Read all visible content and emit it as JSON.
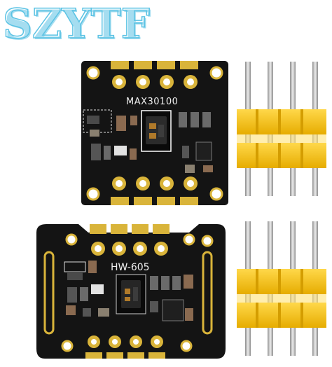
{
  "brand": {
    "text": "SZYTF",
    "color": "#5cc3e4"
  },
  "board1": {
    "chip_label": "MAX30100"
  },
  "board2": {
    "chip_label": "HW-605"
  },
  "colors": {
    "pcb": "#141414",
    "gold": "#d9b43a",
    "header": "#f2c10f",
    "pin": "#c8c8c8"
  }
}
